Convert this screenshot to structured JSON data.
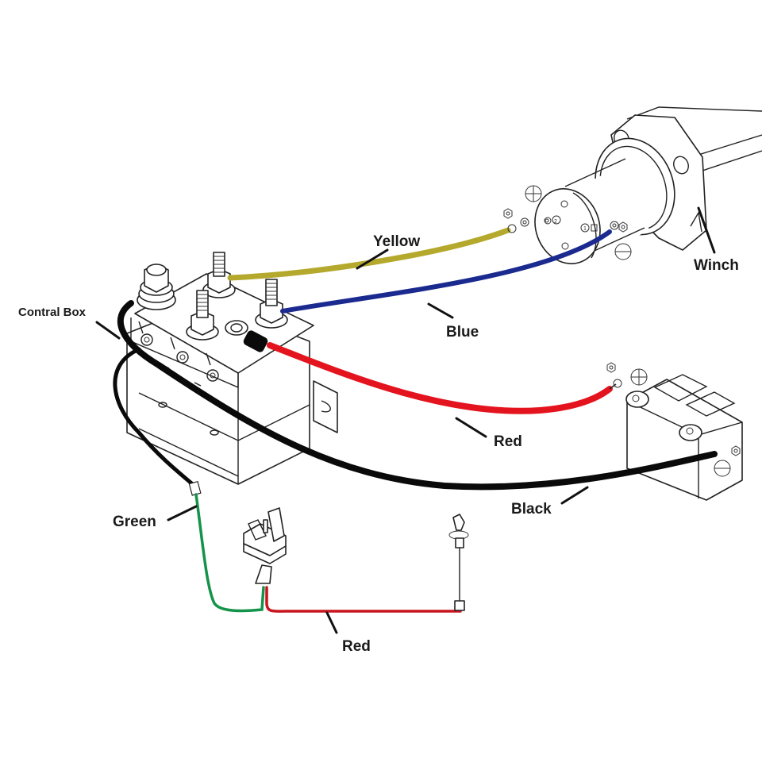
{
  "diagram": {
    "labels": {
      "control_box": "Contral Box",
      "yellow": "Yellow",
      "blue": "Blue",
      "red_main": "Red",
      "black": "Black",
      "green": "Green",
      "red_switch": "Red",
      "winch": "Winch"
    },
    "wire_colors": {
      "yellow": "#b4a92c",
      "blue": "#1b2a8f",
      "red": "#e4141f",
      "black": "#0a0a0a",
      "green": "#14934a",
      "red_thin": "#c8141e"
    },
    "components": [
      "control-box",
      "winch-motor",
      "battery",
      "toggle-switch",
      "key-switch"
    ],
    "terminal_symbols": [
      "plus",
      "minus"
    ]
  }
}
